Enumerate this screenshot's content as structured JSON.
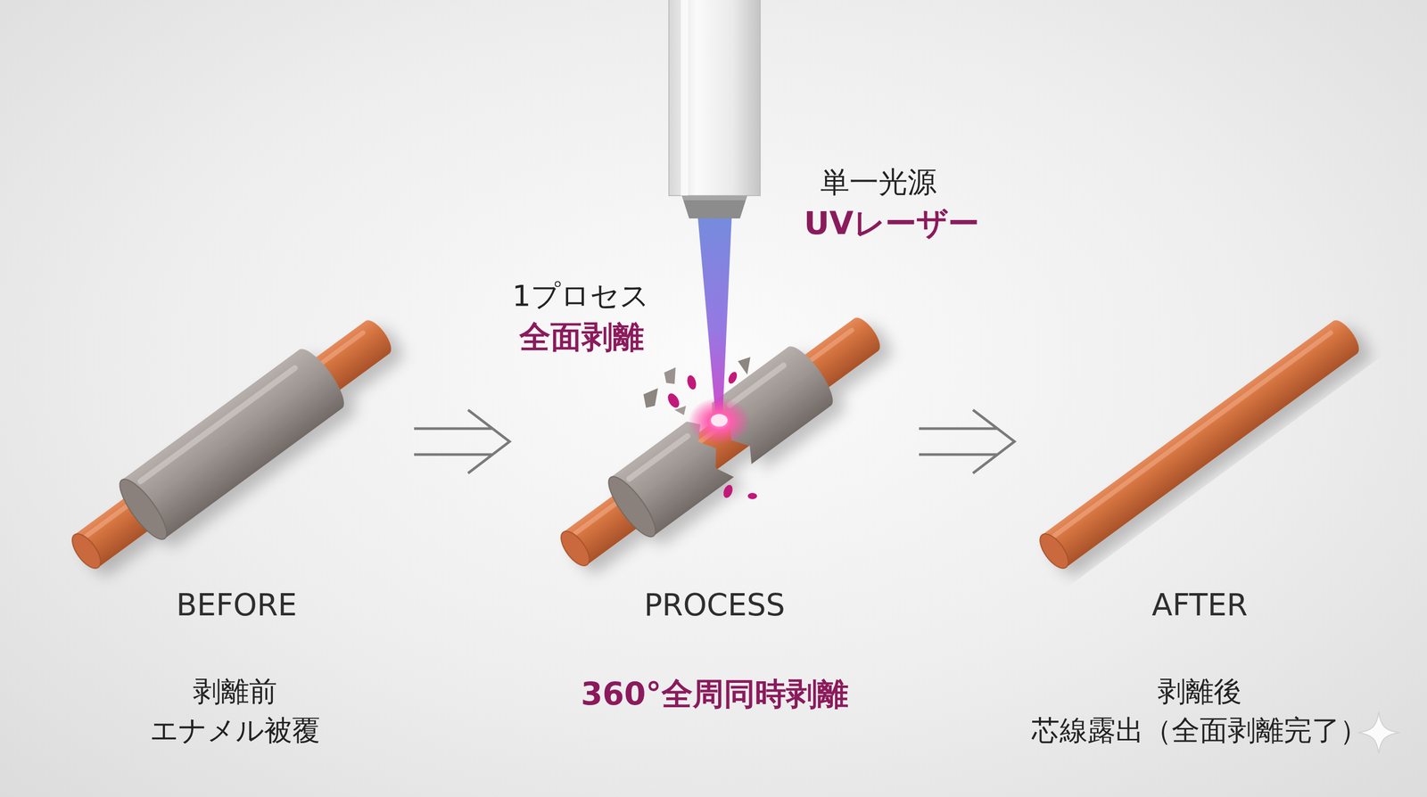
{
  "diagram": {
    "labels": [
      "単一光源",
      "UVレーザー",
      "1プロセス",
      "全面剥離",
      "BEFORE",
      "剥離前",
      "エナメル被覆",
      "PROCESS",
      "360°全周同時剥離",
      "AFTER",
      "剥離後",
      "芯線露出（全面剥離完了）"
    ]
  }
}
